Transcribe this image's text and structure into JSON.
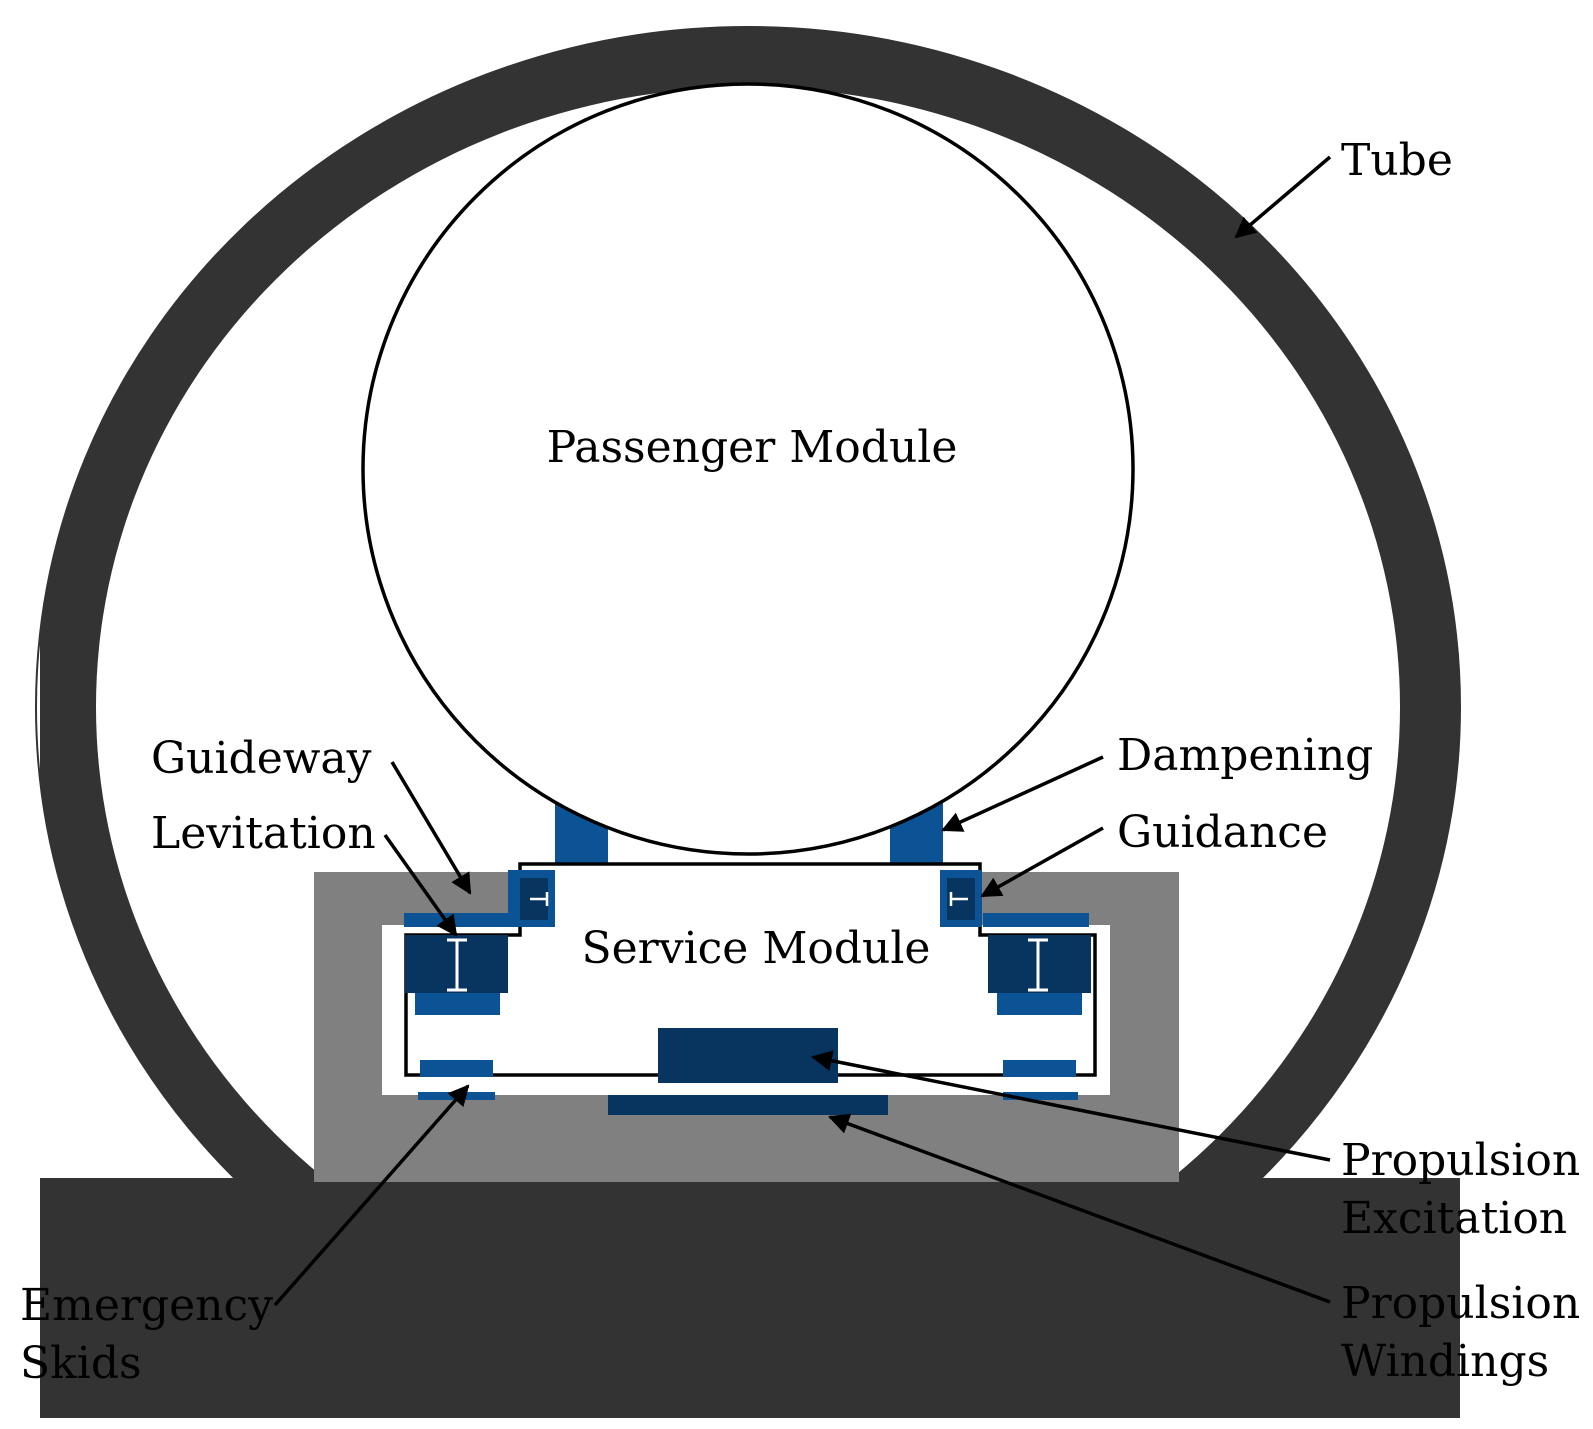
{
  "colors": {
    "tube": "#333333",
    "guideway": "#808080",
    "component_light": "#0b5394",
    "component_dark": "#083560",
    "outline": "#000000",
    "background": "#ffffff"
  },
  "labels": {
    "tube": "Tube",
    "passenger_module": "Passenger Module",
    "service_module": "Service Module",
    "guideway": "Guideway",
    "levitation": "Levitation",
    "dampening": "Dampening",
    "guidance": "Guidance",
    "propulsion_excitation": [
      "Propulsion",
      "Excitation"
    ],
    "propulsion_windings": [
      "Propulsion",
      "Windings"
    ],
    "emergency_skids": [
      "Emergency",
      "Skids"
    ]
  }
}
